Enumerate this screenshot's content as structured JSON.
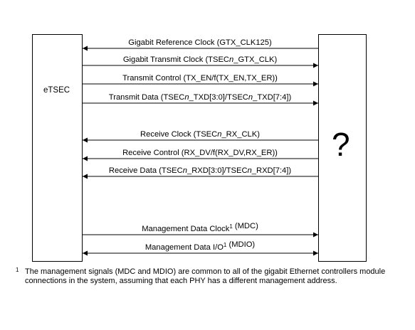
{
  "blocks": {
    "left_label": "eTSEC",
    "right_label": "?"
  },
  "signals": [
    {
      "id": "gtx-clk125",
      "parts": [
        {
          "t": "Gigabit Reference Clock (GTX_CLK125)"
        }
      ],
      "direction": "to-etsec"
    },
    {
      "id": "gtx-clk",
      "parts": [
        {
          "t": "Gigabit Transmit Clock (TSEC"
        },
        {
          "t": "n",
          "i": true
        },
        {
          "t": "_GTX_CLK)"
        }
      ],
      "direction": "to-phy"
    },
    {
      "id": "tx-ctl",
      "parts": [
        {
          "t": "Transmit Control (TX_EN/f(TX_EN,TX_ER))"
        }
      ],
      "direction": "to-phy"
    },
    {
      "id": "txd",
      "parts": [
        {
          "t": "Transmit Data (TSEC"
        },
        {
          "t": "n",
          "i": true
        },
        {
          "t": "_TXD[3:0]/TSEC"
        },
        {
          "t": "n",
          "i": true
        },
        {
          "t": "_TXD[7:4])"
        }
      ],
      "direction": "to-phy"
    },
    {
      "id": "rx-clk",
      "parts": [
        {
          "t": "Receive Clock (TSEC"
        },
        {
          "t": "n",
          "i": true
        },
        {
          "t": "_RX_CLK)"
        }
      ],
      "direction": "to-etsec"
    },
    {
      "id": "rx-ctl",
      "parts": [
        {
          "t": "Receive Control (RX_DV/f(RX_DV,RX_ER))"
        }
      ],
      "direction": "to-etsec"
    },
    {
      "id": "rxd",
      "parts": [
        {
          "t": "Receive Data (TSEC"
        },
        {
          "t": "n",
          "i": true
        },
        {
          "t": "_RXD[3:0]/TSEC"
        },
        {
          "t": "n",
          "i": true
        },
        {
          "t": "_RXD[7:4])"
        }
      ],
      "direction": "to-etsec"
    },
    {
      "id": "mdc",
      "parts": [
        {
          "t": "Management Data Clock"
        },
        {
          "t": "1",
          "sup": true
        },
        {
          "t": " (MDC)"
        }
      ],
      "direction": "to-phy"
    },
    {
      "id": "mdio",
      "parts": [
        {
          "t": "Management Data I/O"
        },
        {
          "t": "1",
          "sup": true
        },
        {
          "t": " (MDIO)"
        }
      ],
      "direction": "bidirectional"
    }
  ],
  "footnote": {
    "marker": "1",
    "text": "The management signals (MDC and MDIO) are common to all of the gigabit Ethernet controllers module connections in the system, assuming that each PHY has a different management address."
  }
}
